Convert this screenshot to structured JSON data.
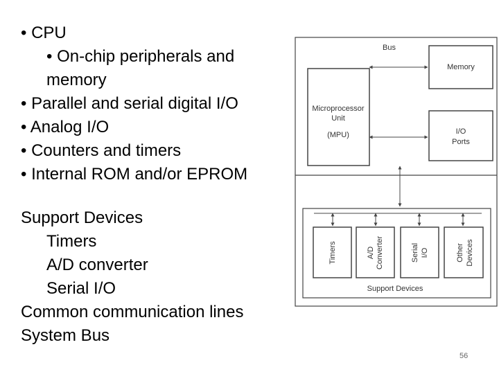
{
  "bullets": {
    "cpu": "• CPU",
    "onchip_1": "• On-chip peripherals and",
    "onchip_2": "memory",
    "parallel": "• Parallel and serial digital I/O",
    "analog": "• Analog I/O",
    "counters": "• Counters and timers",
    "rom": "• Internal ROM and/or EPROM"
  },
  "support": {
    "heading": "Support Devices",
    "timers": "Timers",
    "adc": "A/D converter",
    "serial": "Serial I/O",
    "common": "Common communication lines",
    "bus": "System Bus"
  },
  "diagram": {
    "bus_label": "Bus",
    "memory_label": "Memory",
    "mpu_line1": "Microprocessor",
    "mpu_line2": "Unit",
    "mpu_line3": "(MPU)",
    "io_line1": "I/O",
    "io_line2": "Ports",
    "dev_timers": "Timers",
    "dev_adc_line1": "A/D",
    "dev_adc_line2": "Converter",
    "dev_serial_line1": "Serial",
    "dev_serial_line2": "I/O",
    "dev_other_line1": "Other",
    "dev_other_line2": "Devices",
    "support_label": "Support Devices"
  },
  "page_number": "56"
}
